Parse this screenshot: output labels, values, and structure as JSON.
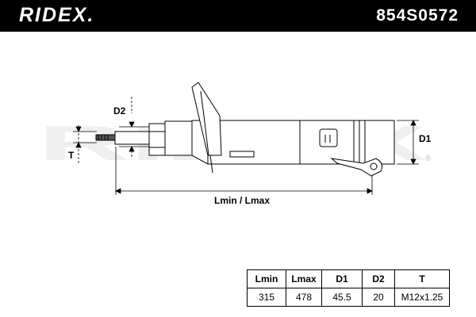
{
  "header": {
    "brand": "RIDEX.",
    "part_number": "854S0572"
  },
  "diagram": {
    "watermark": "RIDEX",
    "labels": {
      "d2": "D2",
      "t": "T",
      "d1": "D1",
      "length": "Lmin / Lmax"
    }
  },
  "specs": {
    "headers": [
      "Lmin",
      "Lmax",
      "D1",
      "D2",
      "T"
    ],
    "values": [
      "315",
      "478",
      "45.5",
      "20",
      "M12x1.25"
    ]
  }
}
